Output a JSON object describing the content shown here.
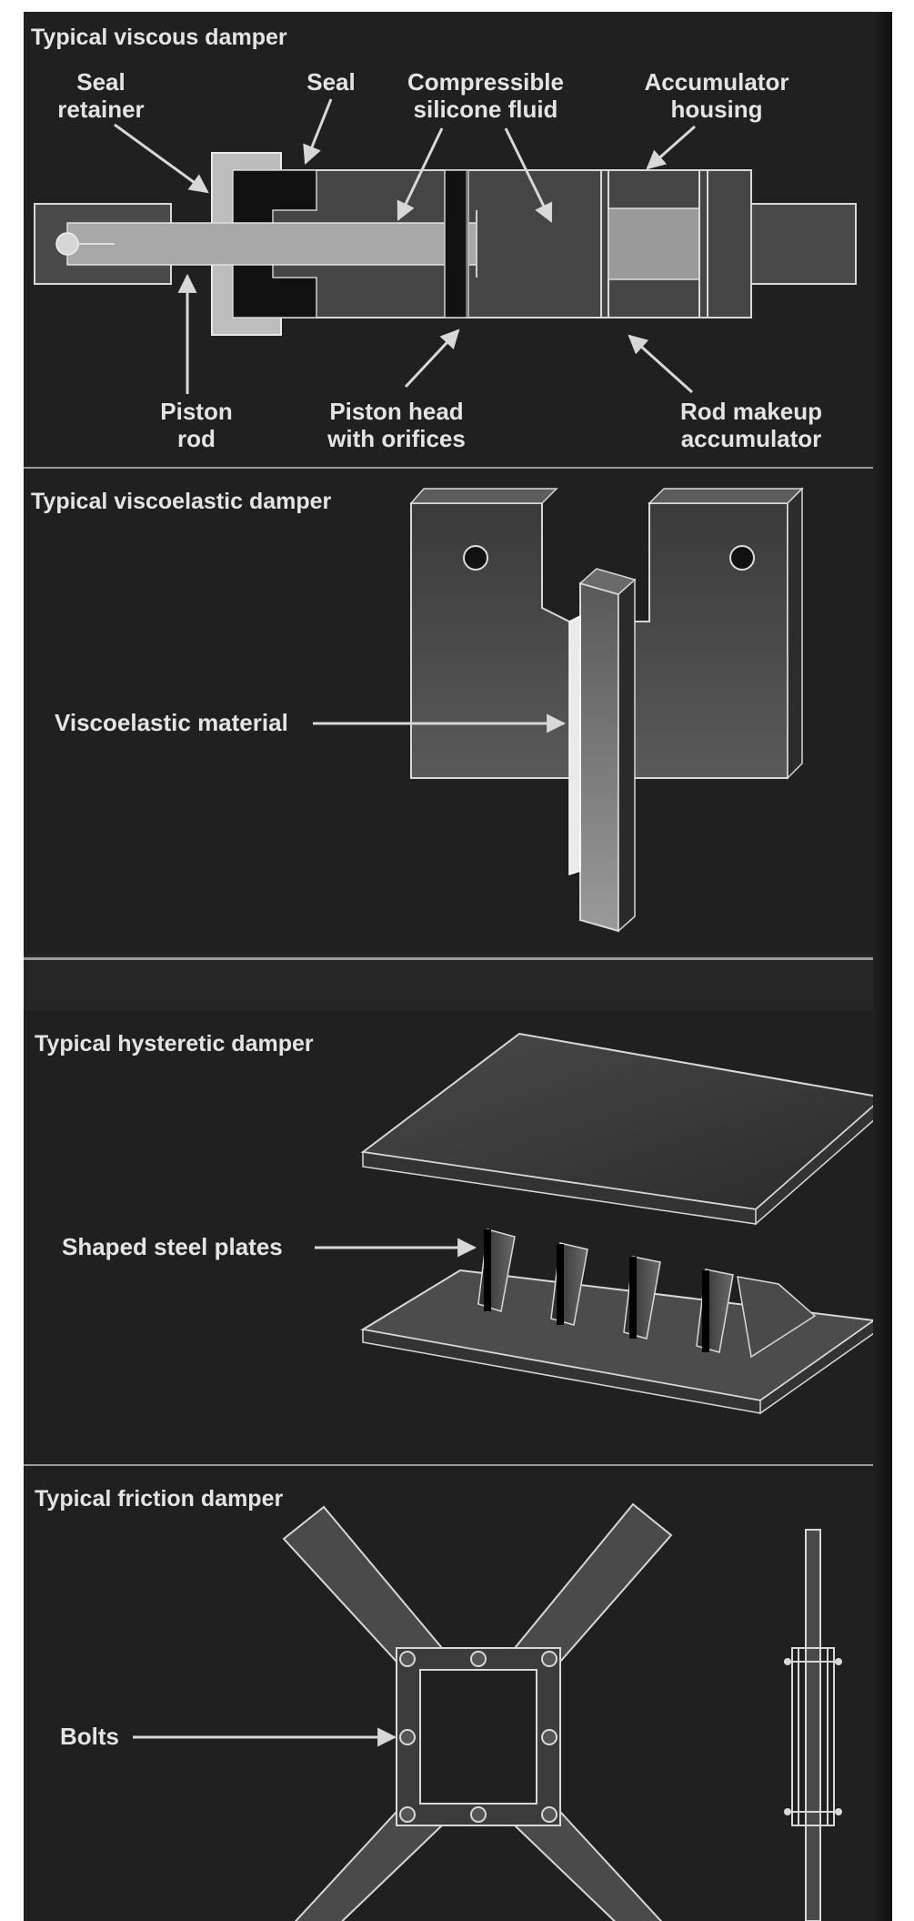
{
  "panels": {
    "viscous": {
      "title": "Typical viscous damper",
      "labels": {
        "seal_retainer_1": "Seal",
        "seal_retainer_2": "retainer",
        "seal": "Seal",
        "compressible_1": "Compressible",
        "compressible_2": "silicone fluid",
        "accumulator_1": "Accumulator",
        "accumulator_2": "housing",
        "piston_rod_1": "Piston",
        "piston_rod_2": "rod",
        "piston_head_1": "Piston head",
        "piston_head_2": "with orifices",
        "rod_makeup_1": "Rod makeup",
        "rod_makeup_2": "accumulator"
      }
    },
    "viscoelastic": {
      "title": "Typical viscoelastic damper",
      "labels": {
        "material": "Viscoelastic material"
      }
    },
    "hysteretic": {
      "title": "Typical hysteretic damper",
      "labels": {
        "plates": "Shaped steel plates"
      }
    },
    "friction": {
      "title": "Typical friction damper",
      "labels": {
        "bolts": "Bolts"
      }
    }
  },
  "colors": {
    "background": "#202020",
    "line": "#d8d8d8",
    "text": "#e4e4e4"
  }
}
